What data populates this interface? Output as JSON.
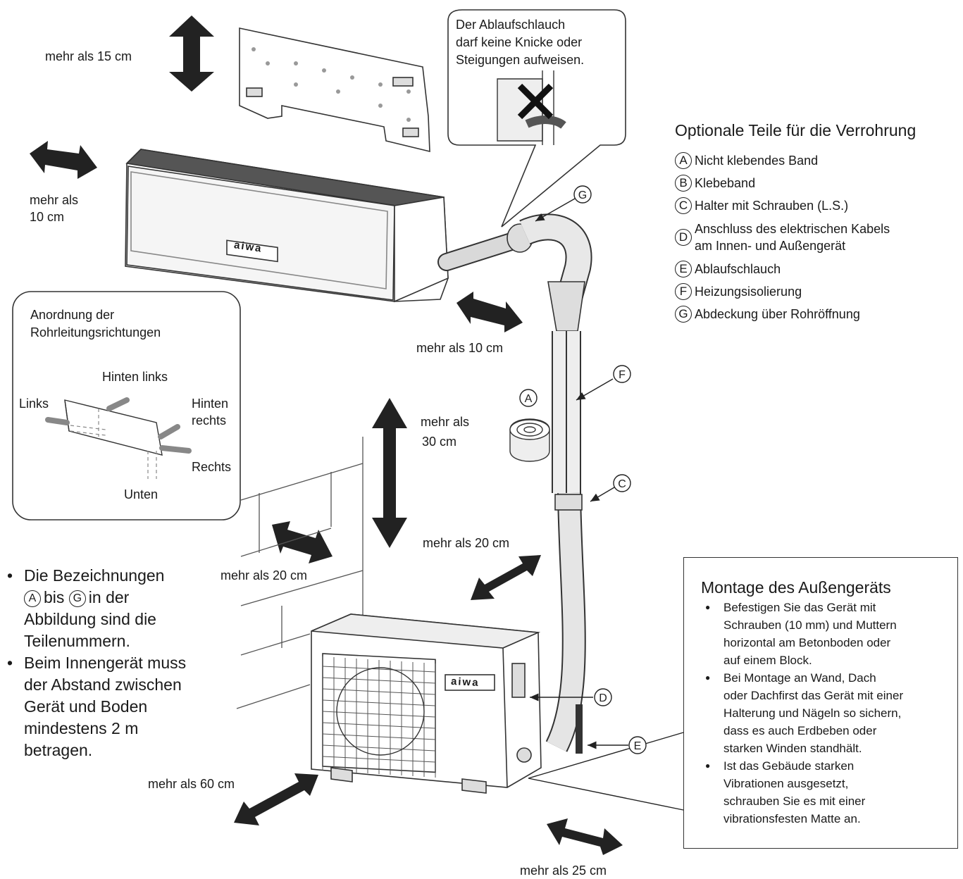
{
  "clearances": {
    "top": "mehr als 15 cm",
    "left_side": "mehr als",
    "left_side_2": "10 cm",
    "right_side": "mehr als 10 cm",
    "outdoor_top": "mehr als",
    "outdoor_top_2": "30 cm",
    "outdoor_left": "mehr als 20 cm",
    "outdoor_right": "mehr als 20 cm",
    "outdoor_front": "mehr als 60 cm",
    "outdoor_bottom": "mehr als 25 cm"
  },
  "drain_callout": {
    "lines": [
      "Der Ablaufschlauch",
      "darf keine Knicke oder",
      "Steigungen aufweisen."
    ]
  },
  "brand": "aiwa",
  "piping_box": {
    "title_1": "Anordnung der",
    "title_2": "Rohrleitungsrichtungen",
    "back_left": "Hinten links",
    "left": "Links",
    "back_right_1": "Hinten",
    "back_right_2": "rechts",
    "right": "Rechts",
    "bottom": "Unten"
  },
  "parts": {
    "heading": "Optionale Teile für die Verrohrung",
    "items": [
      {
        "letter": "A",
        "label": "Nicht klebendes Band"
      },
      {
        "letter": "B",
        "label": "Klebeband"
      },
      {
        "letter": "C",
        "label": "Halter mit Schrauben (L.S.)"
      },
      {
        "letter": "D",
        "label": "Anschluss des elektrischen Kabels",
        "label_2": "am Innen- und Außengerät"
      },
      {
        "letter": "E",
        "label": "Ablaufschlauch"
      },
      {
        "letter": "F",
        "label": "Heizungsisolierung"
      },
      {
        "letter": "G",
        "label": "Abdeckung über Rohröffnung"
      }
    ]
  },
  "callout_letters": {
    "G": "G",
    "F": "F",
    "A": "A",
    "C": "C",
    "D": "D",
    "E": "E"
  },
  "notes": {
    "n1_a": "Die Bezeichnungen",
    "n1_A": "A",
    "n1_bis": "bis",
    "n1_G": "G",
    "n1_b": "in der",
    "n1_c": "Abbildung sind die",
    "n1_d": "Teilenummern.",
    "n2_a": "Beim Innengerät muss",
    "n2_b": "der Abstand zwischen",
    "n2_c": "Gerät und Boden",
    "n2_d": "mindestens 2 m",
    "n2_e": "betragen."
  },
  "mounting": {
    "heading": "Montage des Außengeräts",
    "b1": [
      "Befestigen Sie das Gerät mit",
      "Schrauben (10 mm) und Muttern",
      "horizontal am Betonboden oder",
      "auf einem Block."
    ],
    "b2": [
      "Bei Montage an Wand, Dach",
      "oder Dachfirst das Gerät mit einer",
      "Halterung und Nägeln so sichern,",
      "dass es auch Erdbeben oder",
      "starken Winden standhält."
    ],
    "b3": [
      "Ist das Gebäude starken",
      "Vibrationen ausgesetzt,",
      "schrauben Sie es mit einer",
      "vibrationsfesten Matte an."
    ]
  }
}
